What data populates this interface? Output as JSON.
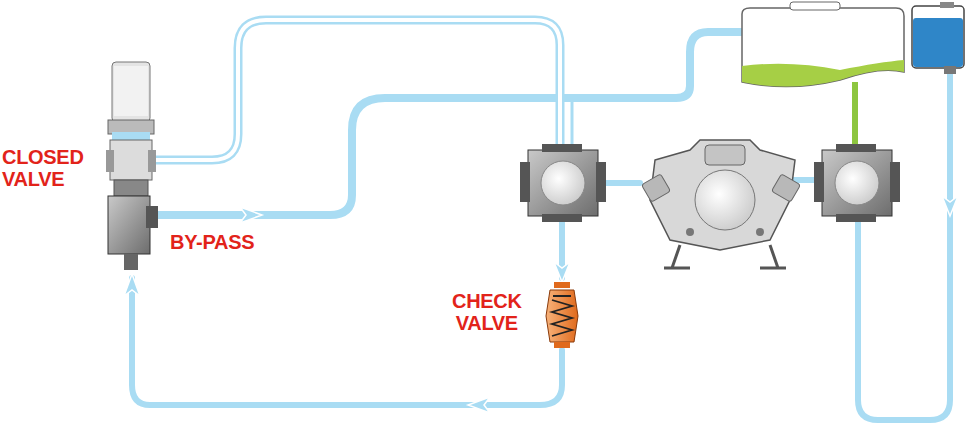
{
  "diagram": {
    "labels": [
      "CLOSED VALVE",
      "BY-PASS",
      "CHECK VALVE"
    ]
  }
}
